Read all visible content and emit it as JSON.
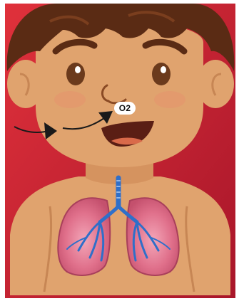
{
  "labels": {
    "oxygen": "O2"
  },
  "colors": {
    "background_red": "#c8202e",
    "skin": "#e0a36e",
    "hair": "#5a2b14",
    "lung_pink": "#e06b86",
    "airway_blue": "#3a7bd5",
    "arrow": "#1a1a1a"
  },
  "icons": [
    "boy-head",
    "lungs",
    "trachea",
    "airflow-arrow"
  ]
}
